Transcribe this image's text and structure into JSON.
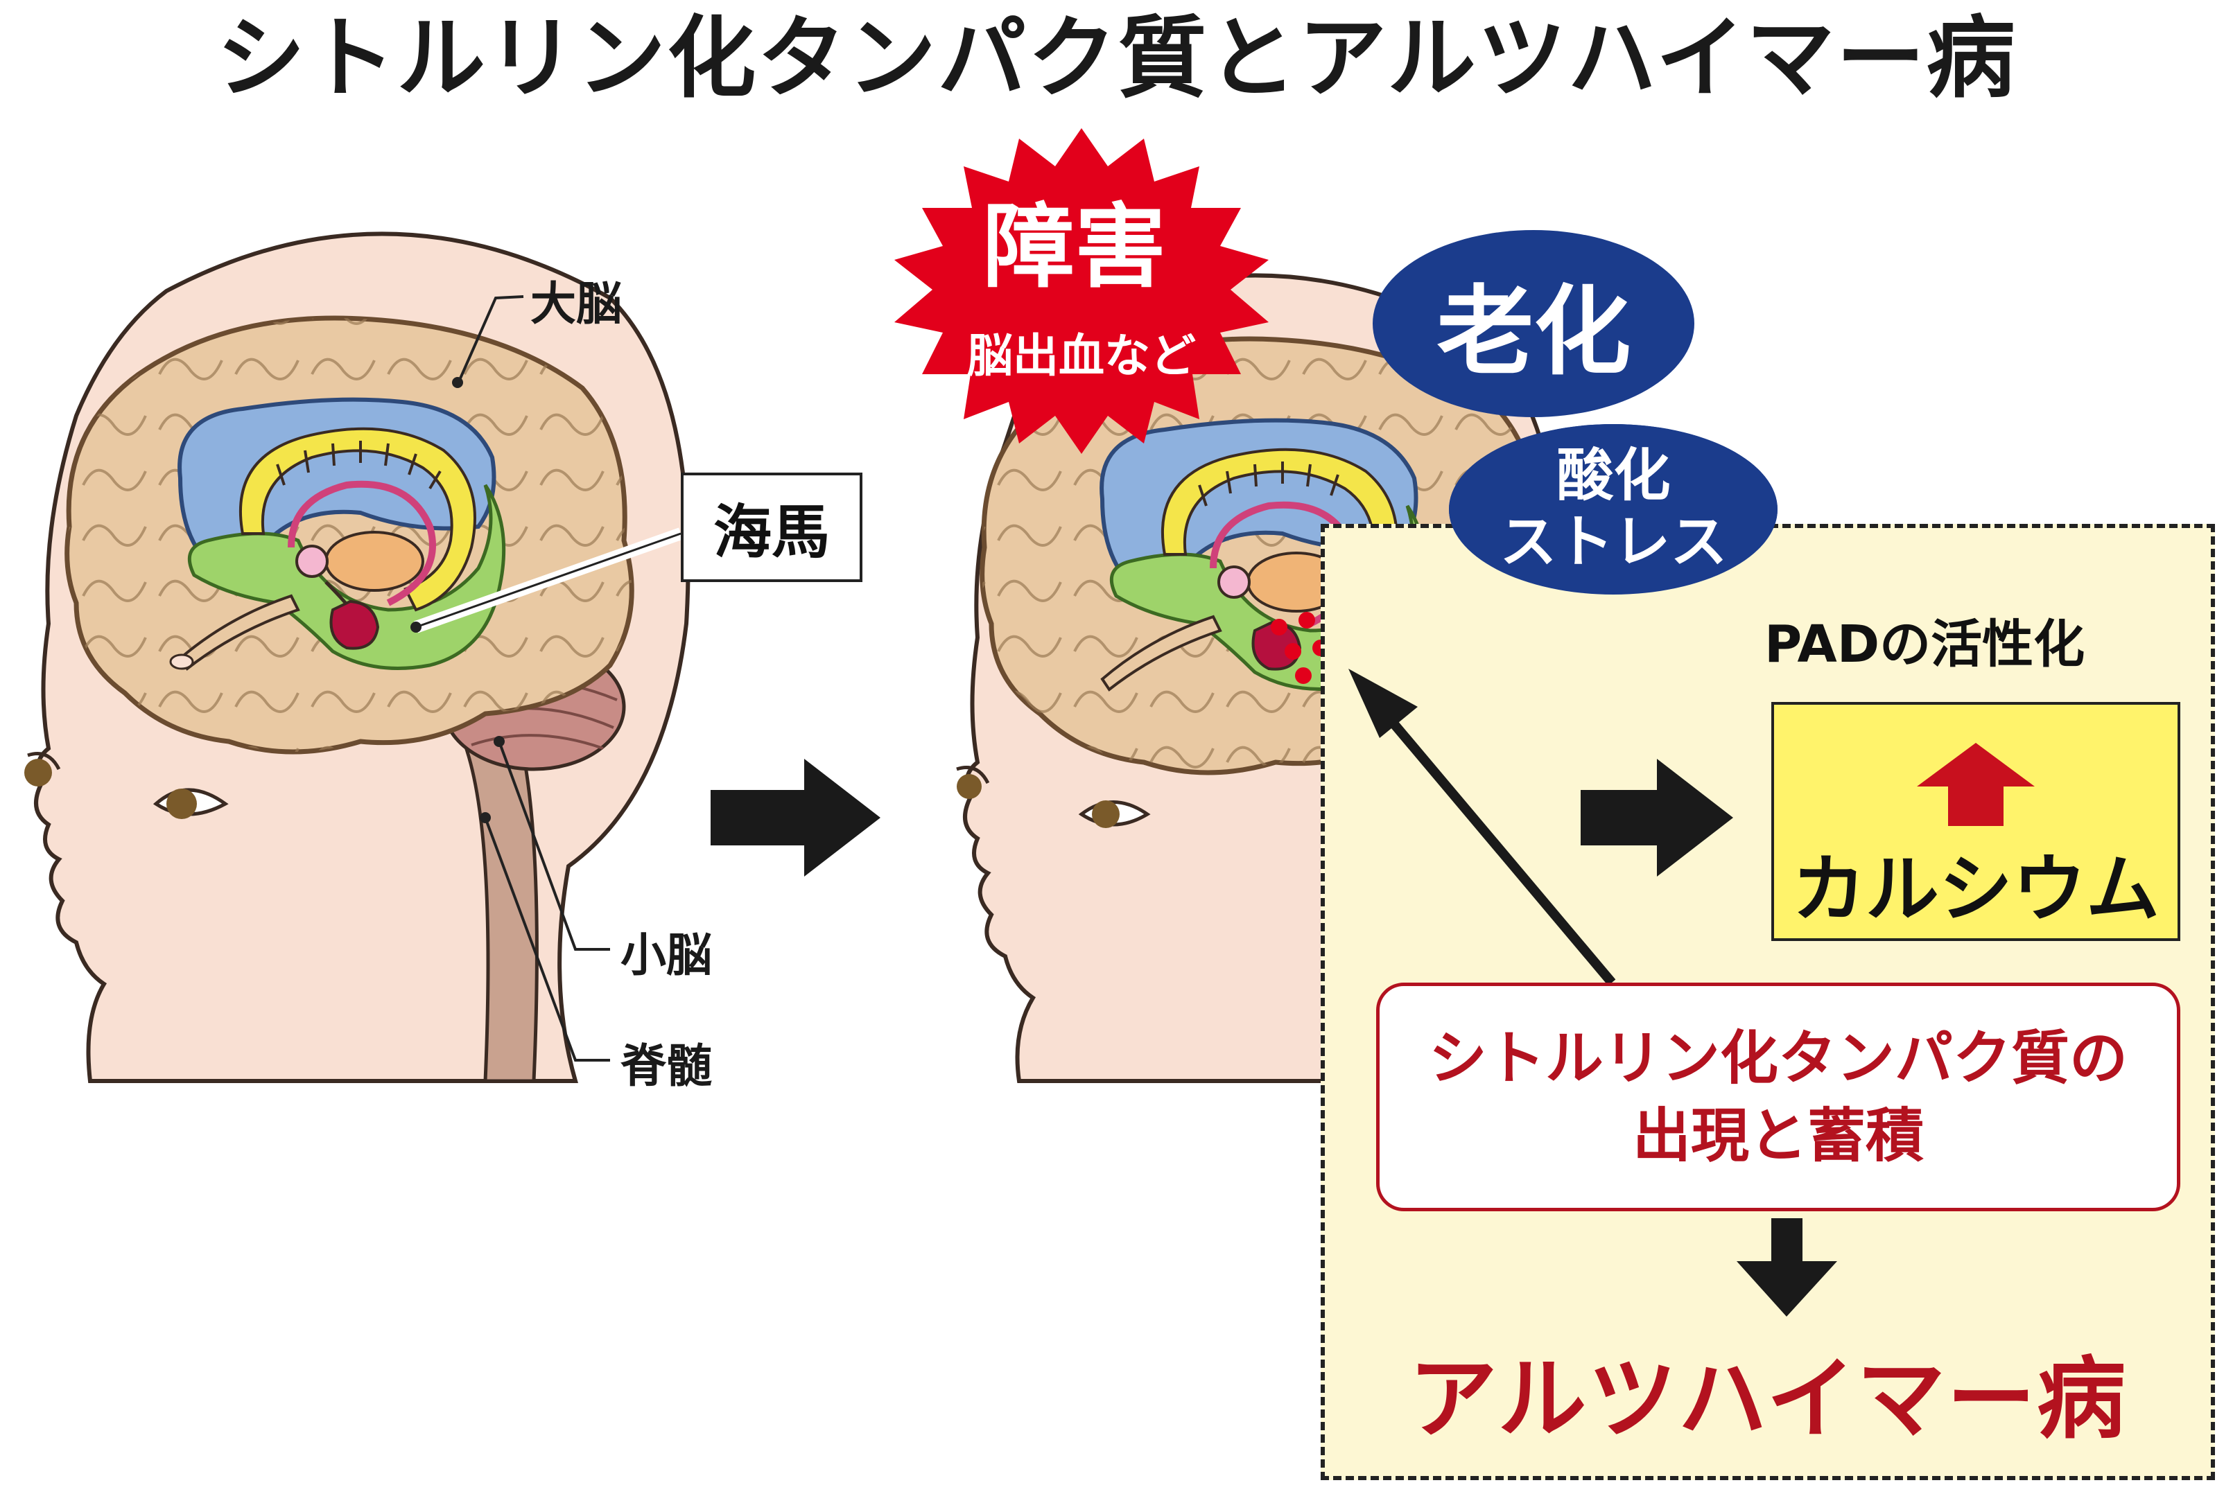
{
  "title": "シトルリン化タンパク質とアルツハイマー病",
  "left_head": {
    "cerebrum": "大脳",
    "hippocampus": "海馬",
    "cerebellum": "小脳",
    "spinal_cord": "脊髄"
  },
  "triggers": {
    "damage_title": "障害",
    "damage_sub": "脳出血など",
    "aging": "老化",
    "oxidative_line1": "酸化",
    "oxidative_line2": "ストレス"
  },
  "process": {
    "pad": "PADの活性化",
    "calcium": "カルシウム",
    "citrulline_line1": "シトルリン化タンパク質の",
    "citrulline_line2": "出現と蓄積",
    "result": "アルツハイマー病"
  },
  "colors": {
    "skin": "#f9e0d3",
    "brain": "#e9c9a3",
    "cortex_blue": "#8eb1de",
    "limbic_green": "#9ed36a",
    "yellow_band": "#f4e54a",
    "burst_red": "#e2001b",
    "oval_navy": "#1b3c8c",
    "accent_red": "#b3121f",
    "panel_bg": "#fdf7d3",
    "calcium_bg": "#fff36b"
  }
}
